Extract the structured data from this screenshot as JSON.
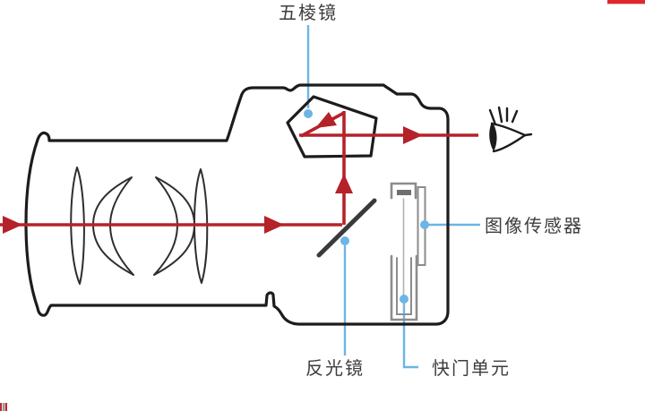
{
  "diagram": {
    "labels": {
      "pentaprism": "五棱镜",
      "image_sensor": "图像传感器",
      "reflex_mirror": "反光镜",
      "shutter_unit": "快门单元"
    },
    "colors": {
      "light_path_red": "#b5222a",
      "callout_blue": "#6cb5e5",
      "outline_black": "#1c1c1c",
      "component_gray": "#8c8c8c",
      "label_text": "#3d3d3d",
      "accent_bar_red": "#e5252a"
    },
    "icons": {
      "eye": "eye-icon"
    }
  }
}
